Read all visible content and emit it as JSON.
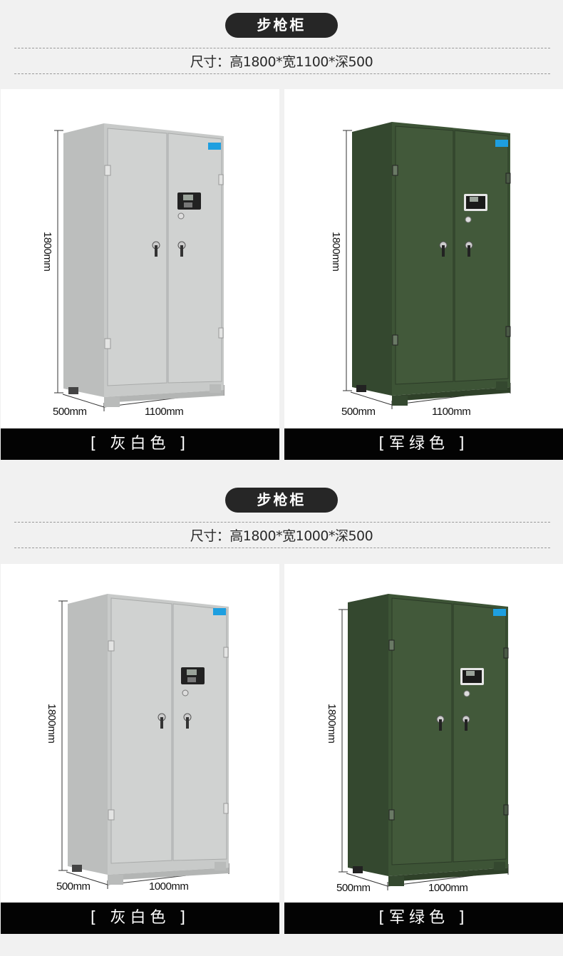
{
  "sections": [
    {
      "title": "步枪柜",
      "spec": "尺寸：高1800*宽1100*深500",
      "products": [
        {
          "color_name": "[ 灰白色 ]",
          "height_label": "1800mm",
          "depth_label": "500mm",
          "width_label": "1100mm",
          "body_color": "#c9cbca",
          "side_color": "#b9bbba",
          "door_color": "#d2d4d3"
        },
        {
          "color_name": "[军绿色 ]",
          "height_label": "1800mm",
          "depth_label": "500mm",
          "width_label": "1100mm",
          "body_color": "#3d5436",
          "side_color": "#34482f",
          "door_color": "#42593a"
        }
      ]
    },
    {
      "title": "步枪柜",
      "spec": "尺寸：高1800*宽1000*深500",
      "products": [
        {
          "color_name": "[ 灰白色 ]",
          "height_label": "1800mm",
          "depth_label": "500mm",
          "width_label": "1000mm",
          "body_color": "#c9cbca",
          "side_color": "#b9bbba",
          "door_color": "#d2d4d3"
        },
        {
          "color_name": "[军绿色 ]",
          "height_label": "1800mm",
          "depth_label": "500mm",
          "width_label": "1000mm",
          "body_color": "#3d5436",
          "side_color": "#34482f",
          "door_color": "#42593a"
        }
      ]
    }
  ],
  "colors": {
    "page_bg": "#f1f1f1",
    "pill_bg": "#262626",
    "band_bg": "#030303",
    "label_sticker": "#1e9fe0"
  }
}
